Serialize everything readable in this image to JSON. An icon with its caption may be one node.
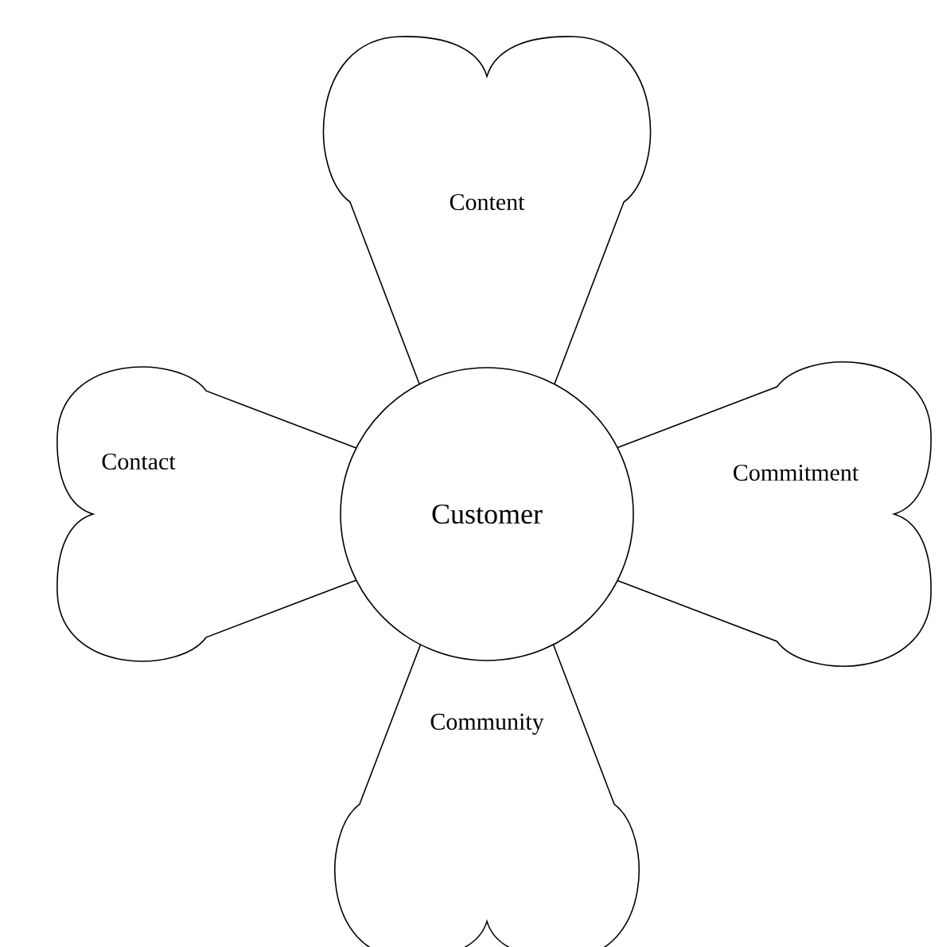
{
  "diagram": {
    "nodes": [
      {
        "text": [
          "Content"
        ]
      },
      {
        "text": [
          "Contact"
        ]
      },
      {
        "text": [
          "Customer"
        ]
      },
      {
        "text": [
          "Commitment"
        ]
      },
      {
        "text": [
          "Community"
        ]
      }
    ]
  }
}
